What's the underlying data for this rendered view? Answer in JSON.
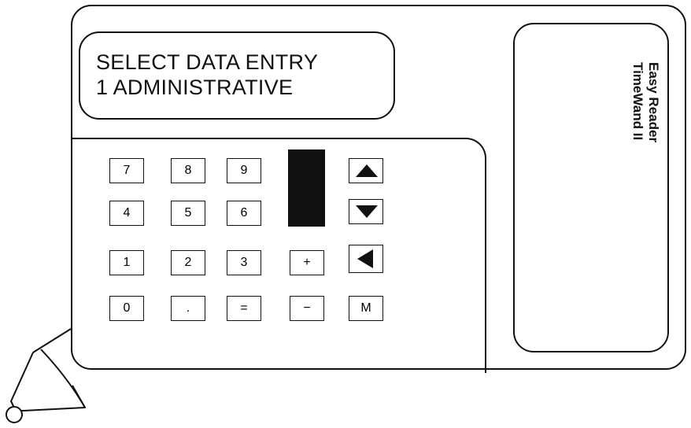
{
  "display": {
    "line1": "SELECT DATA ENTRY",
    "line2": "1 ADMINISTRATIVE"
  },
  "keypad": {
    "digits": {
      "k7": "7",
      "k8": "8",
      "k9": "9",
      "k4": "4",
      "k5": "5",
      "k6": "6",
      "k1": "1",
      "k2": "2",
      "k3": "3",
      "k0": "0"
    },
    "dot": ".",
    "equals": "=",
    "plus": "+",
    "minus": "−",
    "memory": "M"
  },
  "arrows": {
    "up_icon": "triangle-up-icon",
    "down_icon": "triangle-down-icon",
    "back_icon": "triangle-left-icon"
  },
  "brand": {
    "name": "Easy Reader",
    "model": "TimeWand II"
  }
}
